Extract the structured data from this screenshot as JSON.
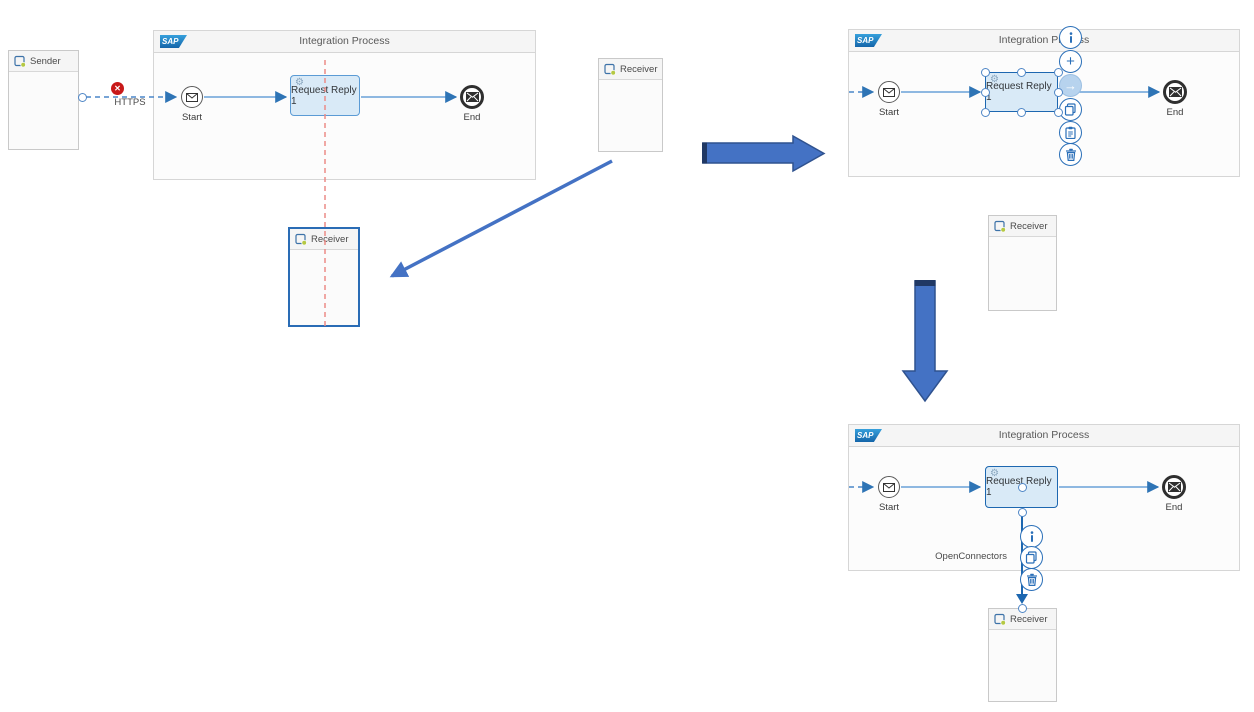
{
  "colors": {
    "block_arrow_fill": "#4472c4",
    "block_arrow_border": "#2f528f",
    "block_arrow_dark_edge": "#203864",
    "flow_line_blue": "#6aa1d8",
    "arrowhead_blue": "#2e74b5",
    "selection_blue": "#2a6fb8",
    "task_fill": "#d9eaf7",
    "task_border": "#5b9bd5",
    "error_red": "#c81919",
    "guide_line_red": "#ec8b87",
    "sap_logo_blue": "#1465a9"
  },
  "sender": {
    "label": "Sender"
  },
  "https": {
    "label": "HTTPS"
  },
  "receiver_top": {
    "label": "Receiver"
  },
  "receiver_middle": {
    "label": "Receiver"
  },
  "receiver_right": {
    "label": "Receiver"
  },
  "receiver_bottom": {
    "label": "Receiver"
  },
  "panel1": {
    "logo": "SAP",
    "title": "Integration Process",
    "start_label": "Start",
    "task_label": "Request Reply 1",
    "end_label": "End"
  },
  "panel2": {
    "logo": "SAP",
    "title": "Integration Process",
    "start_label": "Start",
    "task_label": "Request Reply 1",
    "end_label": "End",
    "toolbar_icons": [
      "info",
      "add",
      "connect-arrow",
      "copy",
      "paste",
      "delete"
    ]
  },
  "panel3": {
    "logo": "SAP",
    "title": "Integration Process",
    "start_label": "Start",
    "task_label": "Request Reply 1",
    "end_label": "End",
    "connector_label": "OpenConnectors",
    "toolbar_icons": [
      "info",
      "copy",
      "delete"
    ]
  }
}
